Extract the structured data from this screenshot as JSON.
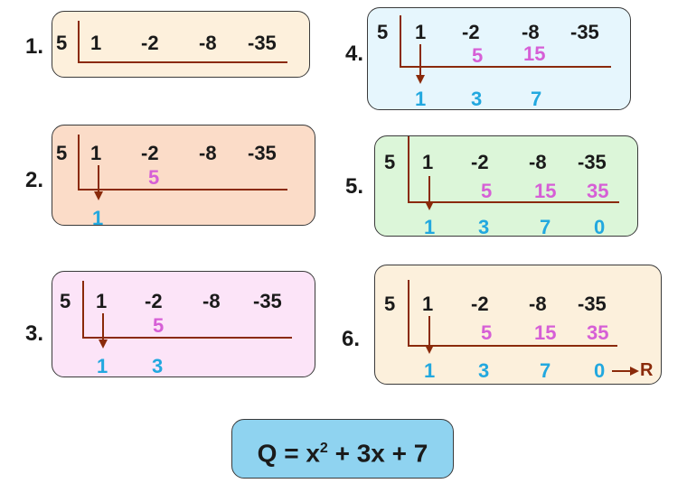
{
  "steps": [
    {
      "label": "1.",
      "divisor": "5",
      "coeffs": [
        "1",
        "-2",
        "-8",
        "-35"
      ],
      "products": [],
      "quotient": [],
      "remainder_label": ""
    },
    {
      "label": "2.",
      "divisor": "5",
      "coeffs": [
        "1",
        "-2",
        "-8",
        "-35"
      ],
      "products": [
        "5"
      ],
      "quotient": [
        "1"
      ],
      "remainder_label": ""
    },
    {
      "label": "3.",
      "divisor": "5",
      "coeffs": [
        "1",
        "-2",
        "-8",
        "-35"
      ],
      "products": [
        "5"
      ],
      "quotient": [
        "1",
        "3"
      ],
      "remainder_label": ""
    },
    {
      "label": "4.",
      "divisor": "5",
      "coeffs": [
        "1",
        "-2",
        "-8",
        "-35"
      ],
      "products": [
        "5",
        "15"
      ],
      "quotient": [
        "1",
        "3",
        "7"
      ],
      "remainder_label": ""
    },
    {
      "label": "5.",
      "divisor": "5",
      "coeffs": [
        "1",
        "-2",
        "-8",
        "-35"
      ],
      "products": [
        "5",
        "15",
        "35"
      ],
      "quotient": [
        "1",
        "3",
        "7",
        "0"
      ],
      "remainder_label": ""
    },
    {
      "label": "6.",
      "divisor": "5",
      "coeffs": [
        "1",
        "-2",
        "-8",
        "-35"
      ],
      "products": [
        "5",
        "15",
        "35"
      ],
      "quotient": [
        "1",
        "3",
        "7",
        "0"
      ],
      "remainder_label": "R"
    }
  ],
  "result": {
    "prefix": "Q = x",
    "exponent": "2",
    "suffix": " + 3x + 7"
  },
  "colors": {
    "panel1": "#fdf0dc",
    "panel2": "#fbdcc8",
    "panel3": "#fce4f8",
    "panel4": "#e6f6fd",
    "panel5": "#dcf6d9",
    "panel6": "#fcf0dc",
    "coeff": "#1a1a1a",
    "product": "#d65fd6",
    "quotient": "#22a8df",
    "line": "#8a2a0a",
    "result_bg": "#8fd3f0"
  }
}
